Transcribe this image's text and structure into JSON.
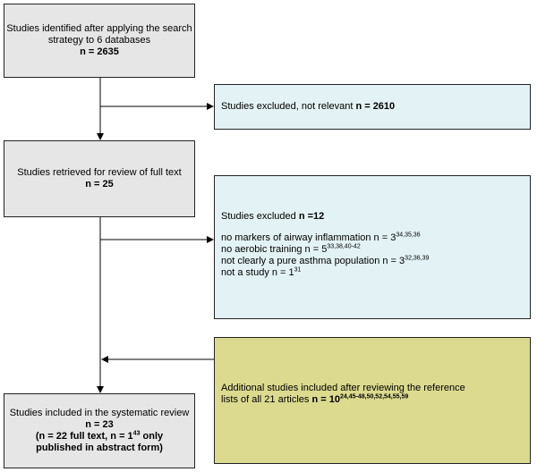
{
  "box1": {
    "line1": "Studies identified after applying the search",
    "line2": "strategy to 6 databases",
    "count": "n = 2635"
  },
  "excluded1": {
    "text": "Studies excluded, not relevant ",
    "count": "n = 2610"
  },
  "box2": {
    "line1": "Studies retrieved for review of full text",
    "count": "n = 25"
  },
  "excluded2": {
    "heading": "Studies excluded ",
    "heading_count": "n =12",
    "reasons": [
      {
        "text": "no markers of airway inflammation n = 3",
        "refs": "34,35,36"
      },
      {
        "text": "no aerobic training n = 5",
        "refs": "33,38,40-42"
      },
      {
        "text": "not clearly a pure asthma population n = 3",
        "refs": "32,36,39"
      },
      {
        "text": "not a study n = 1",
        "refs": "31"
      }
    ]
  },
  "additional": {
    "line1": "Additional studies included after reviewing the reference",
    "line2": "lists of all 21 articles ",
    "count": "n = 10",
    "refs": "24,45-48,50,52,54,55,59"
  },
  "final": {
    "line1": "Studies included in the systematic review",
    "count": "n = 23",
    "detail1_pre": "(n = 22 full text, n = 1",
    "detail1_ref": "43",
    "detail1_post": " only",
    "detail2": "published in abstract form)"
  },
  "colors": {
    "gray_box": "#e6e6e6",
    "blue_box": "#e3f2f4",
    "olive_box": "#dcda8f"
  }
}
